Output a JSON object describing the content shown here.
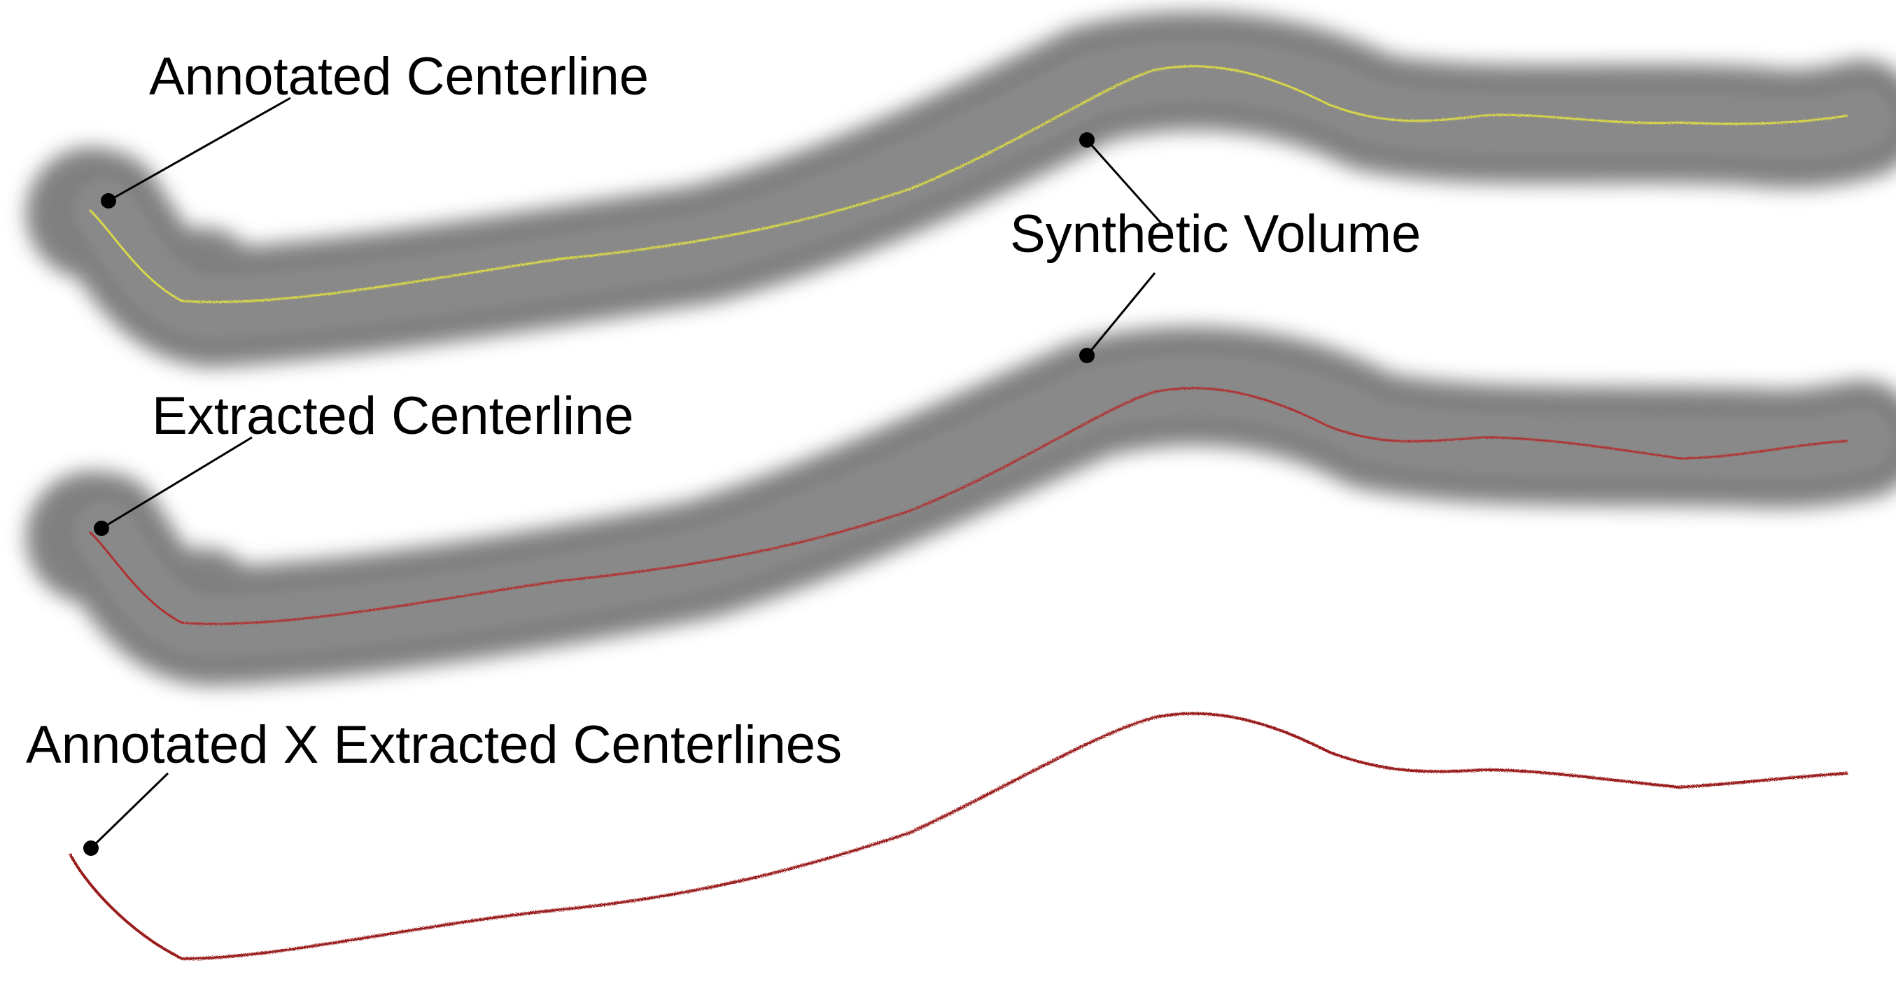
{
  "labels": {
    "annotated": "Annotated Centerline",
    "synthetic": "Synthetic Volume",
    "extracted": "Extracted Centerline",
    "overlay": "Annotated X Extracted Centerlines"
  },
  "colors": {
    "background": "#ffffff",
    "volume": "#6a6a6a",
    "annotated_centerline": "#d8d84a",
    "extracted_centerline": "#b03030",
    "overlay_centerline": "#9a1c1c",
    "leader_line": "#000000"
  }
}
